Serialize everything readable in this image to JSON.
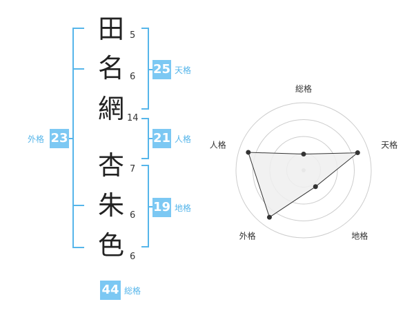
{
  "name": {
    "characters": [
      {
        "char": "田",
        "strokes": "5"
      },
      {
        "char": "名",
        "strokes": "6"
      },
      {
        "char": "網",
        "strokes": "14"
      },
      {
        "char": "杏",
        "strokes": "7"
      },
      {
        "char": "朱",
        "strokes": "6"
      },
      {
        "char": "色",
        "strokes": "6"
      }
    ]
  },
  "fortune": {
    "tenkaku": {
      "value": "25",
      "label": "天格"
    },
    "jinkaku": {
      "value": "21",
      "label": "人格"
    },
    "chikaku": {
      "value": "19",
      "label": "地格"
    },
    "gaikaku": {
      "value": "23",
      "label": "外格"
    },
    "soukaku": {
      "value": "44",
      "label": "総格"
    }
  },
  "chart_data": {
    "type": "radar",
    "axes": [
      "総格",
      "天格",
      "地格",
      "外格",
      "人格"
    ],
    "max": 5,
    "values": [
      1.2,
      4.2,
      1.5,
      4.3,
      4.3
    ],
    "rings": 4,
    "colors": {
      "fill": "#efefef",
      "stroke": "#333333",
      "grid": "#cccccc",
      "center": "#bbbbbb"
    }
  },
  "colors": {
    "accent": "#7cc8f3",
    "bracket": "#55b5ea"
  }
}
